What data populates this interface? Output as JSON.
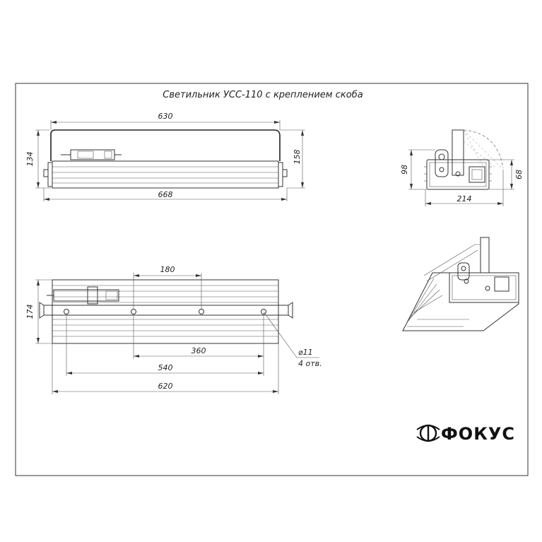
{
  "title": "Светильник УСС-110 с креплением скоба",
  "dimensions": {
    "top_width_bracket": "630",
    "top_height_left": "134",
    "top_height_right": "158",
    "top_total_length": "668",
    "side_height": "98",
    "side_inner_height": "68",
    "side_width": "214",
    "plan_spacing": "180",
    "plan_height": "174",
    "plan_360": "360",
    "plan_540": "540",
    "plan_620": "620",
    "hole_diameter": "⌀11",
    "hole_count": "4 отв."
  },
  "logo": {
    "text": "ФОКУС",
    "icon": "focus-logo-icon"
  }
}
